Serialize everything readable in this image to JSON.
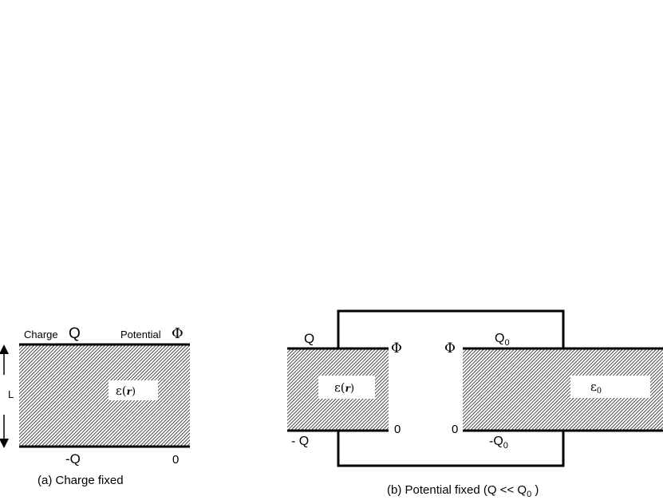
{
  "panel_a": {
    "charge_label": "Charge",
    "charge_symbol": "Q",
    "potential_label": "Potential",
    "potential_symbol": "Φ",
    "length_label": "L",
    "bottom_charge": "-Q",
    "bottom_potential": "0",
    "medium_label_base": "ε(",
    "medium_label_var": "r",
    "medium_label_close": ")",
    "caption": "(a) Charge fixed"
  },
  "panel_b": {
    "left_top_charge": "Q",
    "left_bottom_charge": "- Q",
    "left_top_potential": "Φ",
    "left_bottom_potential": "0",
    "right_top_potential": "Φ",
    "right_bottom_potential": "0",
    "right_top_charge_base": "Q",
    "right_top_charge_sub": "0",
    "right_bottom_charge_base": "-Q",
    "right_bottom_charge_sub": "0",
    "left_medium_base": "ε(",
    "left_medium_var": "r",
    "left_medium_close": ")",
    "right_medium_base": "ε",
    "right_medium_sub": "0",
    "caption_main": "(b) Potential fixed (Q << Q",
    "caption_sub": "0",
    "caption_close": " )"
  }
}
